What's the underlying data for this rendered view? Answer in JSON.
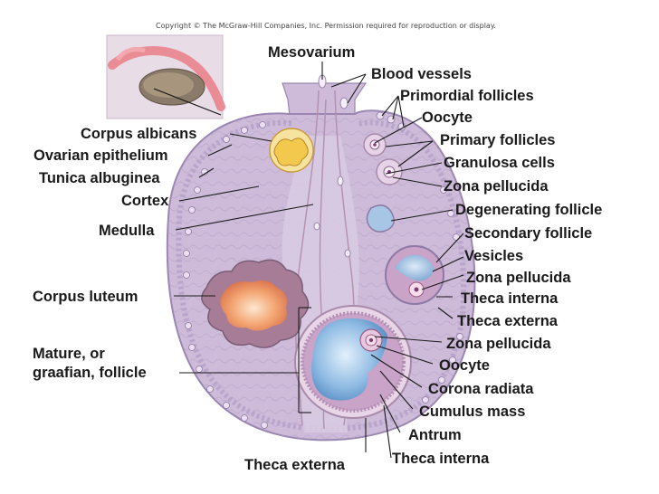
{
  "copyright": "Copyright © The McGraw-Hill Companies, Inc. Permission required for reproduction or display.",
  "labels_top": {
    "mesovarium": "Mesovarium",
    "blood_vessels": "Blood vessels"
  },
  "labels_left": {
    "corpus_albicans": "Corpus albicans",
    "ovarian_epithelium": "Ovarian epithelium",
    "tunica_albuginea": "Tunica albuginea",
    "cortex": "Cortex",
    "medulla": "Medulla",
    "corpus_luteum": "Corpus luteum",
    "mature_line1": "Mature, or",
    "mature_line2": "graafian, follicle"
  },
  "labels_right": {
    "primordial_follicles": "Primordial follicles",
    "oocyte_1": "Oocyte",
    "primary_follicles": "Primary follicles",
    "granulosa_cells": "Granulosa cells",
    "zona_pellucida_1": "Zona  pellucida",
    "degenerating_follicle": "Degenerating follicle",
    "secondary_follicle": "Secondary follicle",
    "vesicles": "Vesicles",
    "zona_pellucida_2": "Zona pellucida",
    "theca_interna_1": "Theca interna",
    "theca_externa_1": "Theca externa",
    "zona_pellucida_3": "Zona pellucida",
    "oocyte_2": "Oocyte",
    "corona_radiata": "Corona radiata",
    "cumulus_mass": "Cumulus mass",
    "antrum": "Antrum",
    "theca_interna_2": "Theca interna"
  },
  "labels_bottom": {
    "theca_externa_2": "Theca externa"
  },
  "colors": {
    "ovary_fill": "#cdbbd9",
    "ovary_border": "#9a86b0",
    "medulla_fill": "#d9cbe3",
    "corpus_luteum": "#e8895a",
    "corpus_albicans": "#f2c94c",
    "antrum": "#6fa6d6",
    "follicle_wall": "#c9a3c8"
  }
}
